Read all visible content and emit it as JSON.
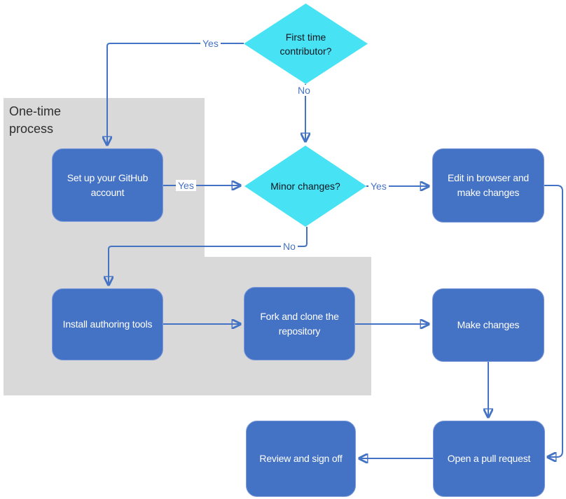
{
  "diagram": {
    "type": "flowchart",
    "region": {
      "label": "One-time process"
    },
    "decisions": {
      "first_time": {
        "label": "First time contributor?"
      },
      "minor_changes": {
        "label": "Minor changes?"
      }
    },
    "processes": {
      "setup_github": {
        "label": "Set up your GitHub account"
      },
      "edit_browser": {
        "label": "Edit in browser and make changes"
      },
      "install_tools": {
        "label": "Install authoring tools"
      },
      "fork_clone": {
        "label": "Fork and clone the repository"
      },
      "make_changes": {
        "label": "Make changes"
      },
      "open_pr": {
        "label": "Open a pull request"
      },
      "review_sign_off": {
        "label": "Review and sign off"
      }
    },
    "edge_labels": {
      "first_time_yes": "Yes",
      "first_time_no": "No",
      "setup_to_minor_yes": "Yes",
      "minor_yes": "Yes",
      "minor_no": "No"
    },
    "edges": [
      {
        "from": "first_time",
        "to": "setup_github",
        "label": "Yes"
      },
      {
        "from": "first_time",
        "to": "minor_changes",
        "label": "No"
      },
      {
        "from": "setup_github",
        "to": "minor_changes",
        "label": "Yes"
      },
      {
        "from": "minor_changes",
        "to": "edit_browser",
        "label": "Yes"
      },
      {
        "from": "minor_changes",
        "to": "install_tools",
        "label": "No"
      },
      {
        "from": "install_tools",
        "to": "fork_clone",
        "label": ""
      },
      {
        "from": "fork_clone",
        "to": "make_changes",
        "label": ""
      },
      {
        "from": "edit_browser",
        "to": "open_pr",
        "label": ""
      },
      {
        "from": "make_changes",
        "to": "open_pr",
        "label": ""
      },
      {
        "from": "open_pr",
        "to": "review_sign_off",
        "label": ""
      }
    ],
    "colors": {
      "process_fill": "#4472C4",
      "decision_fill": "#47E2F4",
      "region_fill": "#D9D9D9",
      "connector": "#4472C4",
      "arrowhead": "#3E63B2",
      "edge_label_text": "#4472C4",
      "process_text": "#FFFFFF",
      "decision_text": "#10151F",
      "region_text": "#2E2E2E"
    }
  }
}
